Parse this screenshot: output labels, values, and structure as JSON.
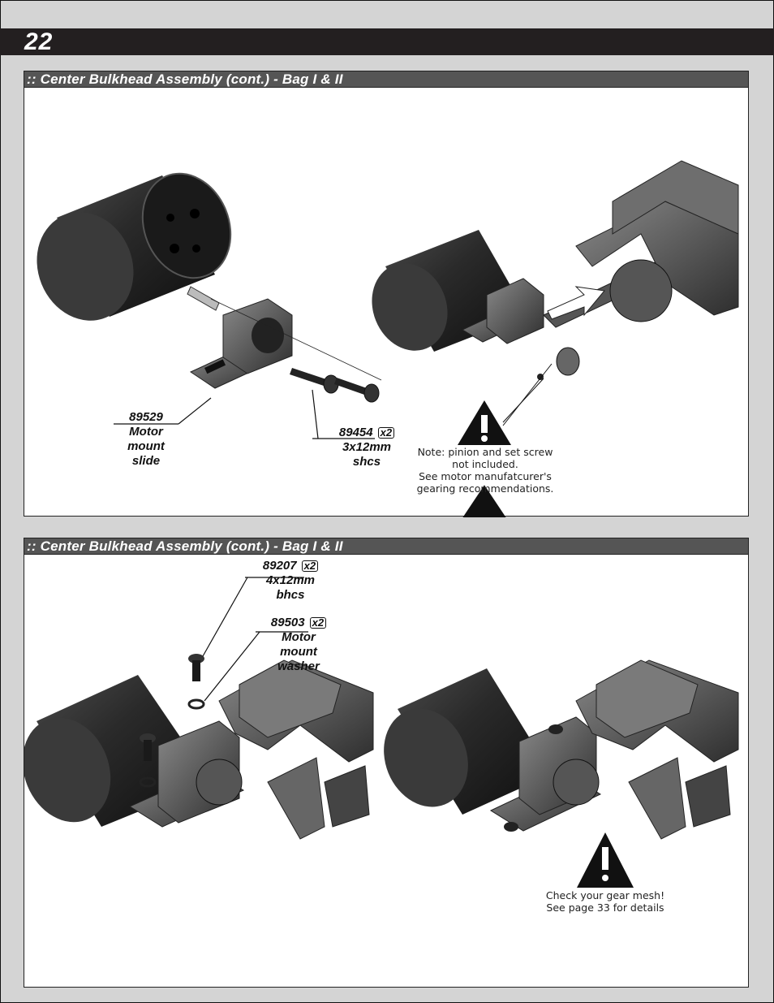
{
  "page": {
    "number": "22"
  },
  "section1": {
    "title": ":: Center Bulkhead Assembly (cont.) - Bag I & II",
    "parts": [
      {
        "number": "89529",
        "desc_lines": [
          "Motor",
          "mount",
          "slide"
        ]
      },
      {
        "number": "89454",
        "qty": "x2",
        "desc_lines": [
          "3x12mm",
          "shcs"
        ]
      }
    ],
    "note_lines": [
      "Note:  pinion and set screw",
      "not included.",
      "See motor manufatcurer's",
      "gearing recommendations."
    ]
  },
  "section2": {
    "title": ":: Center Bulkhead Assembly (cont.) - Bag I & II",
    "parts": [
      {
        "number": "89207",
        "qty": "x2",
        "desc_lines": [
          "4x12mm",
          "bhcs"
        ]
      },
      {
        "number": "89503",
        "qty": "x2",
        "desc_lines": [
          "Motor",
          "mount",
          "washer"
        ]
      }
    ],
    "note_lines": [
      "Check your gear mesh!",
      "See page 33 for details"
    ]
  },
  "colors": {
    "header_bar": "#231f20",
    "section_head": "#555555",
    "page_bg": "#d4d4d4"
  }
}
